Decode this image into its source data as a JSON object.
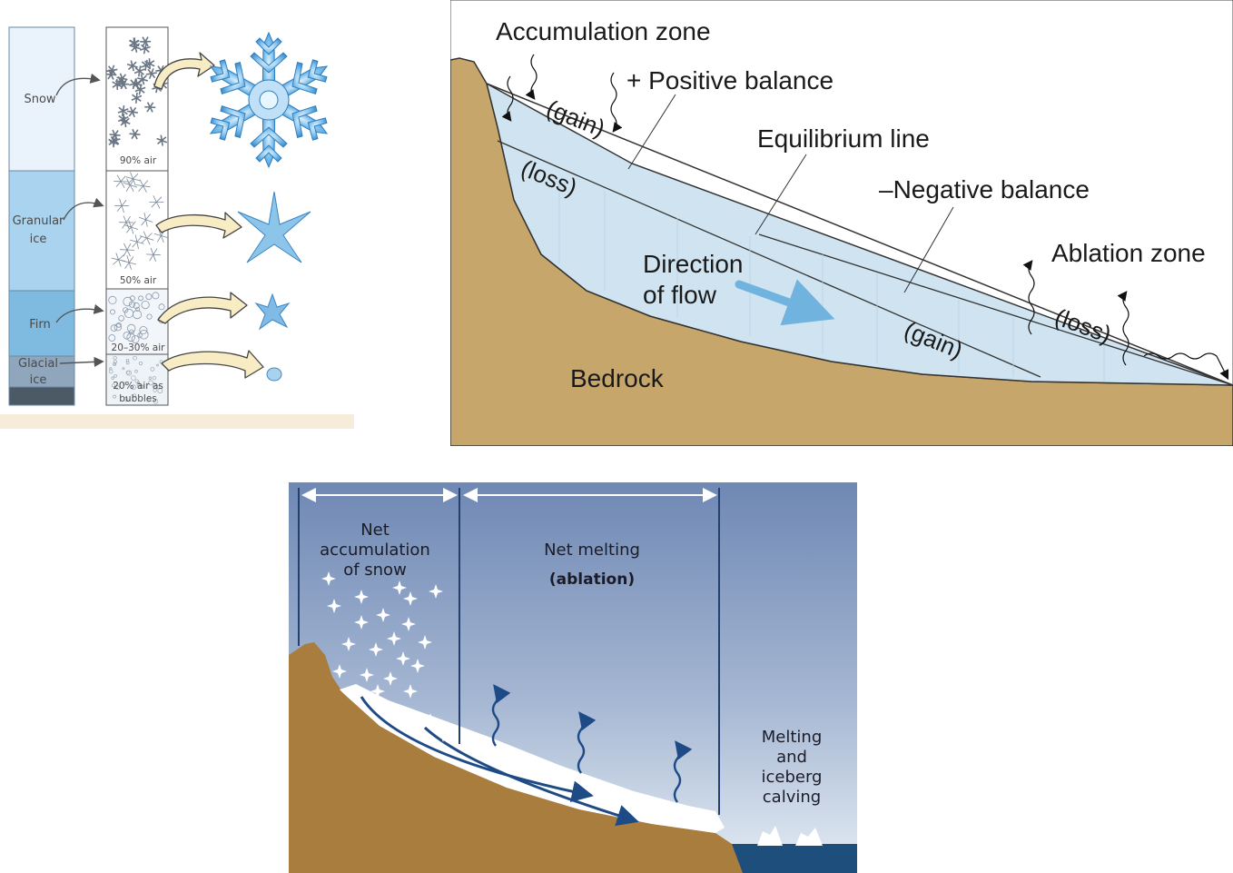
{
  "snow_transformation": {
    "layers": {
      "snow": "Snow",
      "granular_line1": "Granular",
      "granular_line2": "ice",
      "firn": "Firn",
      "glacial_line1": "Glacial",
      "glacial_line2": "ice"
    },
    "air_content": {
      "snow": "90% air",
      "granular": "50% air",
      "firn": "20–30% air",
      "glacial_line1": "20% air as",
      "glacial_line2": "bubbles"
    }
  },
  "glacier_budget": {
    "labels": {
      "accumulation_zone": "Accumulation zone",
      "positive_balance": "+ Positive balance",
      "equilibrium_line": "Equilibrium line",
      "negative_balance": "–Negative balance",
      "ablation_zone": "Ablation zone",
      "gain_top": "(gain)",
      "loss_top": "(loss)",
      "direction_line1": "Direction",
      "direction_line2": "of flow",
      "gain_bottom": "(gain)",
      "loss_bottom": "(loss)",
      "bedrock": "Bedrock"
    },
    "colors": {
      "bedrock": "#c4a46a",
      "ice": "#cfe4f0",
      "sky": "#ffffff"
    }
  },
  "glacier_zones": {
    "labels": {
      "net_line1": "Net",
      "net_line2": "accumulation",
      "net_line3": "of snow",
      "melting_title": "Net melting",
      "ablation": "(ablation)",
      "calving_line1": "Melting",
      "calving_line2": "and",
      "calving_line3": "iceberg",
      "calving_line4": "calving"
    },
    "colors": {
      "sky_top": "#6f88b4",
      "sky_bottom": "#e4ecf4",
      "land": "#a87d3e",
      "water": "#1e4e7c",
      "flow_arrow": "#1e4a86"
    }
  }
}
